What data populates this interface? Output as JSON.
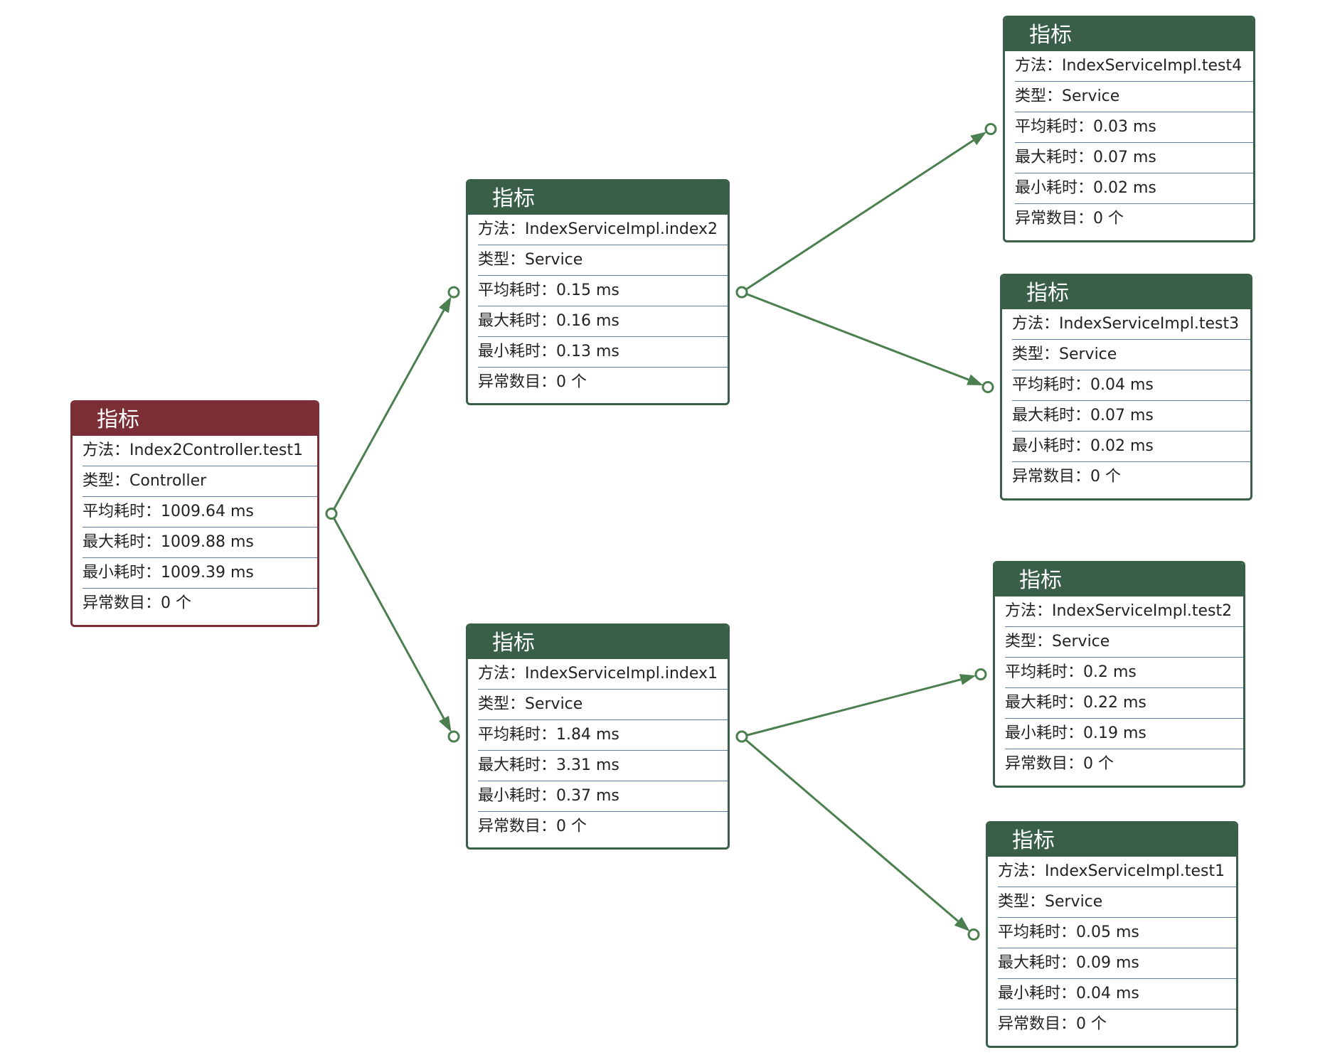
{
  "colors": {
    "root": "#7b2e35",
    "node": "#3a5f49",
    "edge": "#4c7f4f",
    "divider": "#5f7fa0"
  },
  "nodes": [
    {
      "id": "root",
      "header": "指标",
      "rows": [
        "方法：Index2Controller.test1",
        "类型：Controller",
        "平均耗时：1009.64 ms",
        "最大耗时：1009.88 ms",
        "最小耗时：1009.39 ms",
        "异常数目：0 个"
      ]
    },
    {
      "id": "index2",
      "header": "指标",
      "rows": [
        "方法：IndexServiceImpl.index2",
        "类型：Service",
        "平均耗时：0.15 ms",
        "最大耗时：0.16 ms",
        "最小耗时：0.13 ms",
        "异常数目：0 个"
      ]
    },
    {
      "id": "index1",
      "header": "指标",
      "rows": [
        "方法：IndexServiceImpl.index1",
        "类型：Service",
        "平均耗时：1.84 ms",
        "最大耗时：3.31 ms",
        "最小耗时：0.37 ms",
        "异常数目：0 个"
      ]
    },
    {
      "id": "test4",
      "header": "指标",
      "rows": [
        "方法：IndexServiceImpl.test4",
        "类型：Service",
        "平均耗时：0.03 ms",
        "最大耗时：0.07 ms",
        "最小耗时：0.02 ms",
        "异常数目：0 个"
      ]
    },
    {
      "id": "test3",
      "header": "指标",
      "rows": [
        "方法：IndexServiceImpl.test3",
        "类型：Service",
        "平均耗时：0.04 ms",
        "最大耗时：0.07 ms",
        "最小耗时：0.02 ms",
        "异常数目：0 个"
      ]
    },
    {
      "id": "test2",
      "header": "指标",
      "rows": [
        "方法：IndexServiceImpl.test2",
        "类型：Service",
        "平均耗时：0.2 ms",
        "最大耗时：0.22 ms",
        "最小耗时：0.19 ms",
        "异常数目：0 个"
      ]
    },
    {
      "id": "test1",
      "header": "指标",
      "rows": [
        "方法：IndexServiceImpl.test1",
        "类型：Service",
        "平均耗时：0.05 ms",
        "最大耗时：0.09 ms",
        "最小耗时：0.04 ms",
        "异常数目：0 个"
      ]
    }
  ],
  "edges": [
    {
      "from": "root",
      "to": "index2"
    },
    {
      "from": "root",
      "to": "index1"
    },
    {
      "from": "index2",
      "to": "test4"
    },
    {
      "from": "index2",
      "to": "test3"
    },
    {
      "from": "index1",
      "to": "test2"
    },
    {
      "from": "index1",
      "to": "test1"
    }
  ]
}
